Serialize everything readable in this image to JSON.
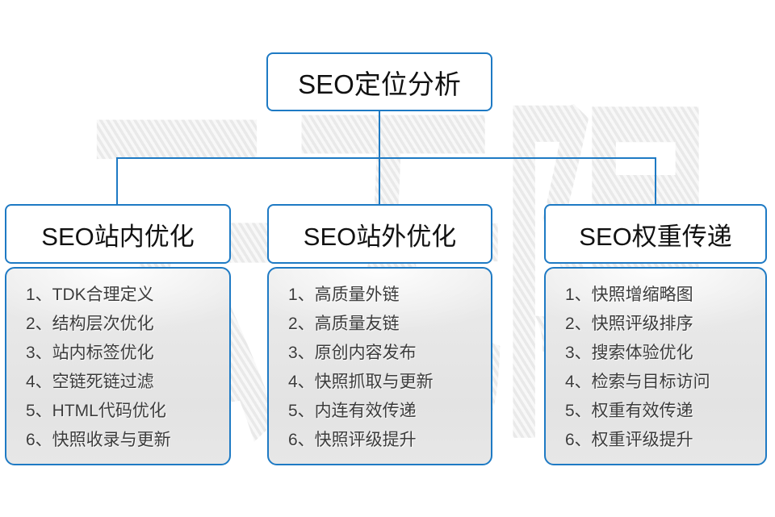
{
  "watermark": {
    "text": "云无限"
  },
  "colors": {
    "accent_blue": "#1e7ac4",
    "panel_fill": "#e5e5e5",
    "text_dark": "#111111",
    "list_text": "#3c3c3c"
  },
  "diagram": {
    "root": {
      "title": "SEO定位分析"
    },
    "columns": [
      {
        "title": "SEO站内优化",
        "items": [
          "1、TDK合理定义",
          "2、结构层次优化",
          "3、站内标签优化",
          "4、空链死链过滤",
          "5、HTML代码优化",
          "6、快照收录与更新"
        ]
      },
      {
        "title": "SEO站外优化",
        "items": [
          "1、高质量外链",
          "2、高质量友链",
          "3、原创内容发布",
          "4、快照抓取与更新",
          "5、内连有效传递",
          "6、快照评级提升"
        ]
      },
      {
        "title": "SEO权重传递",
        "items": [
          "1、快照增缩略图",
          "2、快照评级排序",
          "3、搜索体验优化",
          "4、检索与目标访问",
          "5、权重有效传递",
          "6、权重评级提升"
        ]
      }
    ]
  }
}
